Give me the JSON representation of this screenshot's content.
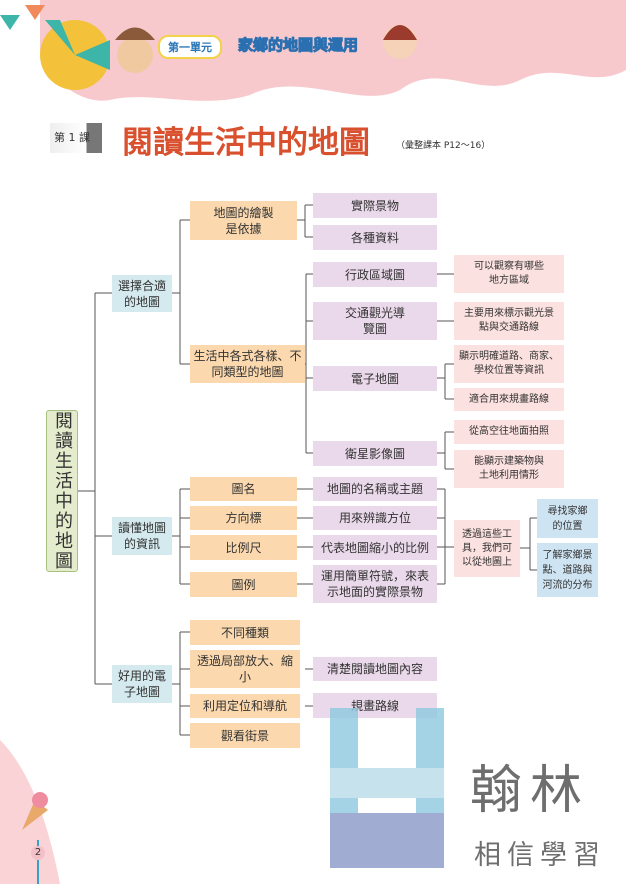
{
  "header": {
    "unit_label": "第一單元",
    "unit_title": "家鄉的地圖與運用"
  },
  "lesson": {
    "number": "第 1 課",
    "title": "閱讀生活中的地圖",
    "ref": "（彙整課本 P12～16）"
  },
  "map": {
    "root": "閱讀生活中的地圖",
    "l1": [
      "選擇合適的地圖",
      "讀懂地圖的資訊",
      "好用的電子地圖"
    ],
    "select": {
      "basis": "地圖的繪製是依據",
      "basis_items": [
        "實際景物",
        "各種資料"
      ],
      "types": "生活中各式各樣、不同類型的地圖",
      "type_items": [
        "行政區域圖",
        "交通觀光導覽圖",
        "電子地圖",
        "衛星影像圖"
      ],
      "type_desc": [
        "可以觀察有哪些地方區域",
        "主要用來標示觀光景點與交通路線",
        "顯示明確道路、商家、學校位置等資訊",
        "適合用來規畫路線",
        "從高空往地面拍照",
        "能顯示建築物與土地利用情形"
      ]
    },
    "read": {
      "elements": [
        "圖名",
        "方向標",
        "比例尺",
        "圖例"
      ],
      "meanings": [
        "地圖的名稱或主題",
        "用來辨識方位",
        "代表地圖縮小的比例",
        "運用簡單符號，來表示地面的實際景物"
      ],
      "tools": "透過這些工具，我們可以從地圖上",
      "results": [
        "尋找家鄉的位置",
        "了解家鄉景點、道路與河流的分布"
      ]
    },
    "digital": {
      "features": [
        "不同種類",
        "透過局部放大、縮小",
        "利用定位和導航",
        "觀看街景"
      ],
      "uses": [
        "清楚閱讀地圖內容",
        "規畫路線"
      ]
    }
  },
  "watermark": {
    "brand": "翰林",
    "slogan": "相信學習"
  },
  "page_number": "2"
}
